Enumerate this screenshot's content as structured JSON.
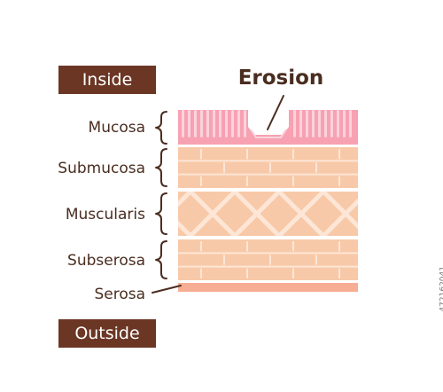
{
  "header": {
    "inside_label": "Inside"
  },
  "footer": {
    "outside_label": "Outside"
  },
  "annotation": {
    "erosion_label": "Erosion"
  },
  "layers": [
    {
      "name": "Mucosa",
      "color": "#f7a1b3"
    },
    {
      "name": "Submucosa",
      "color": "#f8c9a8"
    },
    {
      "name": "Muscularis",
      "color": "#f8c9a8"
    },
    {
      "name": "Subserosa",
      "color": "#f8c9a8"
    },
    {
      "name": "Serosa",
      "color": "#f7ad93"
    }
  ],
  "watermark": "472162041",
  "colors": {
    "badge_bg": "#6b3624",
    "text": "#4a2d20",
    "mucosa": "#f7a1b3",
    "mucosa_inner": "#fbd3dc",
    "tissue": "#f8c9a8",
    "tissue_line": "#fde6d6",
    "serosa": "#f7ad93"
  }
}
